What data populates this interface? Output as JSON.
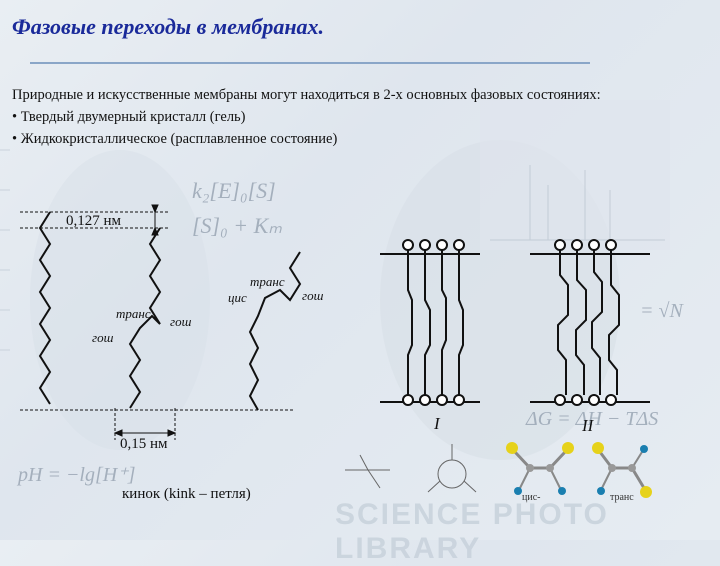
{
  "slide": {
    "title": "Фазовые переходы в мембранах.",
    "paragraph": "Природные и искусственные мембраны могут находиться в 2-х основных фазовых состояниях:",
    "bullets": [
      "• Твердый двумерный кристалл (гель)",
      "• Жидкокристаллическое (расплавленное состояние)"
    ]
  },
  "diagram": {
    "dim_top": "0,127 нм",
    "dim_bottom": "0,15 нм",
    "trans_1": "транс",
    "gosh_1": "гош",
    "gosh_2": "гош",
    "cis": "цис",
    "trans_2": "транс",
    "gosh_3": "гош",
    "kink_caption": "кинок (kink – петля)",
    "phase_I": "I",
    "phase_II": "II"
  },
  "background": {
    "formula_1": "k₂[E]₀[S]",
    "formula_2": "[S]₀ + Kₘ",
    "formula_3": "ΔG = ΔH − TΔS",
    "formula_4": "pH = −lg[H⁺]",
    "formula_5": "= √N",
    "mol_cis": "цис-",
    "mol_trans": "транс",
    "watermark": "SCIENCE PHOTO LIBRARY"
  },
  "colors": {
    "title": "#1a2a9a",
    "rule": "#8aa6c8",
    "atom_yellow": "#e6d21a",
    "atom_blue": "#1a7fb0"
  }
}
